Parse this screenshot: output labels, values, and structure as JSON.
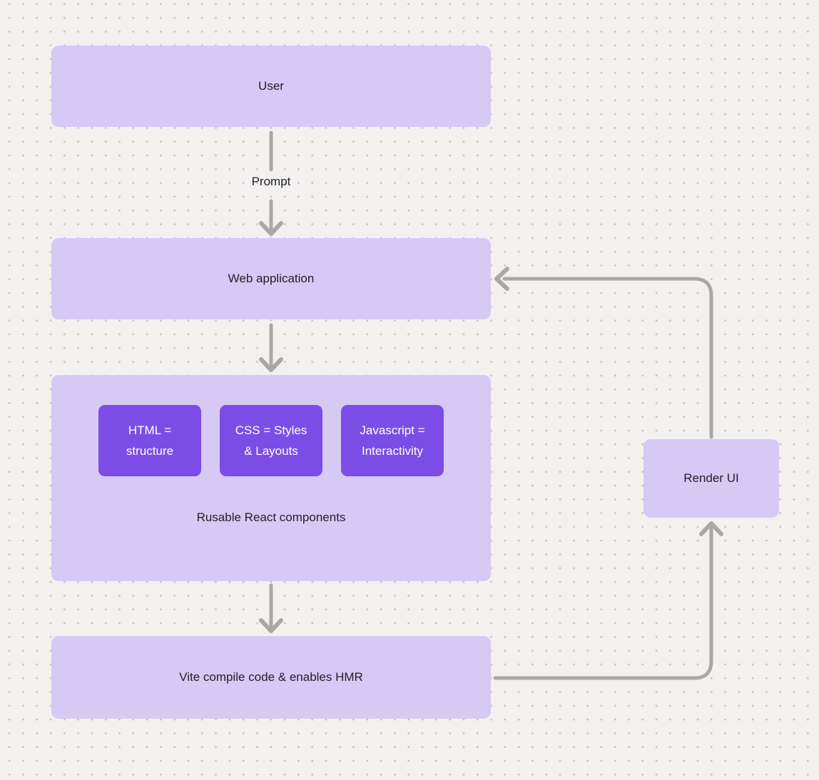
{
  "diagram": {
    "background": "#f2f1f0",
    "dot_color": "#c6c4c2",
    "node_fill": "#d6c9f4",
    "chip_fill": "#7c4de6",
    "connector_color": "#a9a8a6",
    "text_dark": "#232029",
    "text_light": "#ffffff"
  },
  "nodes": {
    "user": {
      "label": "User"
    },
    "web_application": {
      "label": "Web application"
    },
    "components": {
      "caption": "Rusable React components",
      "items": [
        {
          "label": "HTML =\nstructure"
        },
        {
          "label": "CSS = Styles\n& Layouts"
        },
        {
          "label": "Javascript =\nInteractivity"
        }
      ]
    },
    "vite": {
      "label": "Vite compile code & enables HMR"
    },
    "render_ui": {
      "label": "Render UI"
    }
  },
  "edges": {
    "prompt_label": "Prompt"
  }
}
